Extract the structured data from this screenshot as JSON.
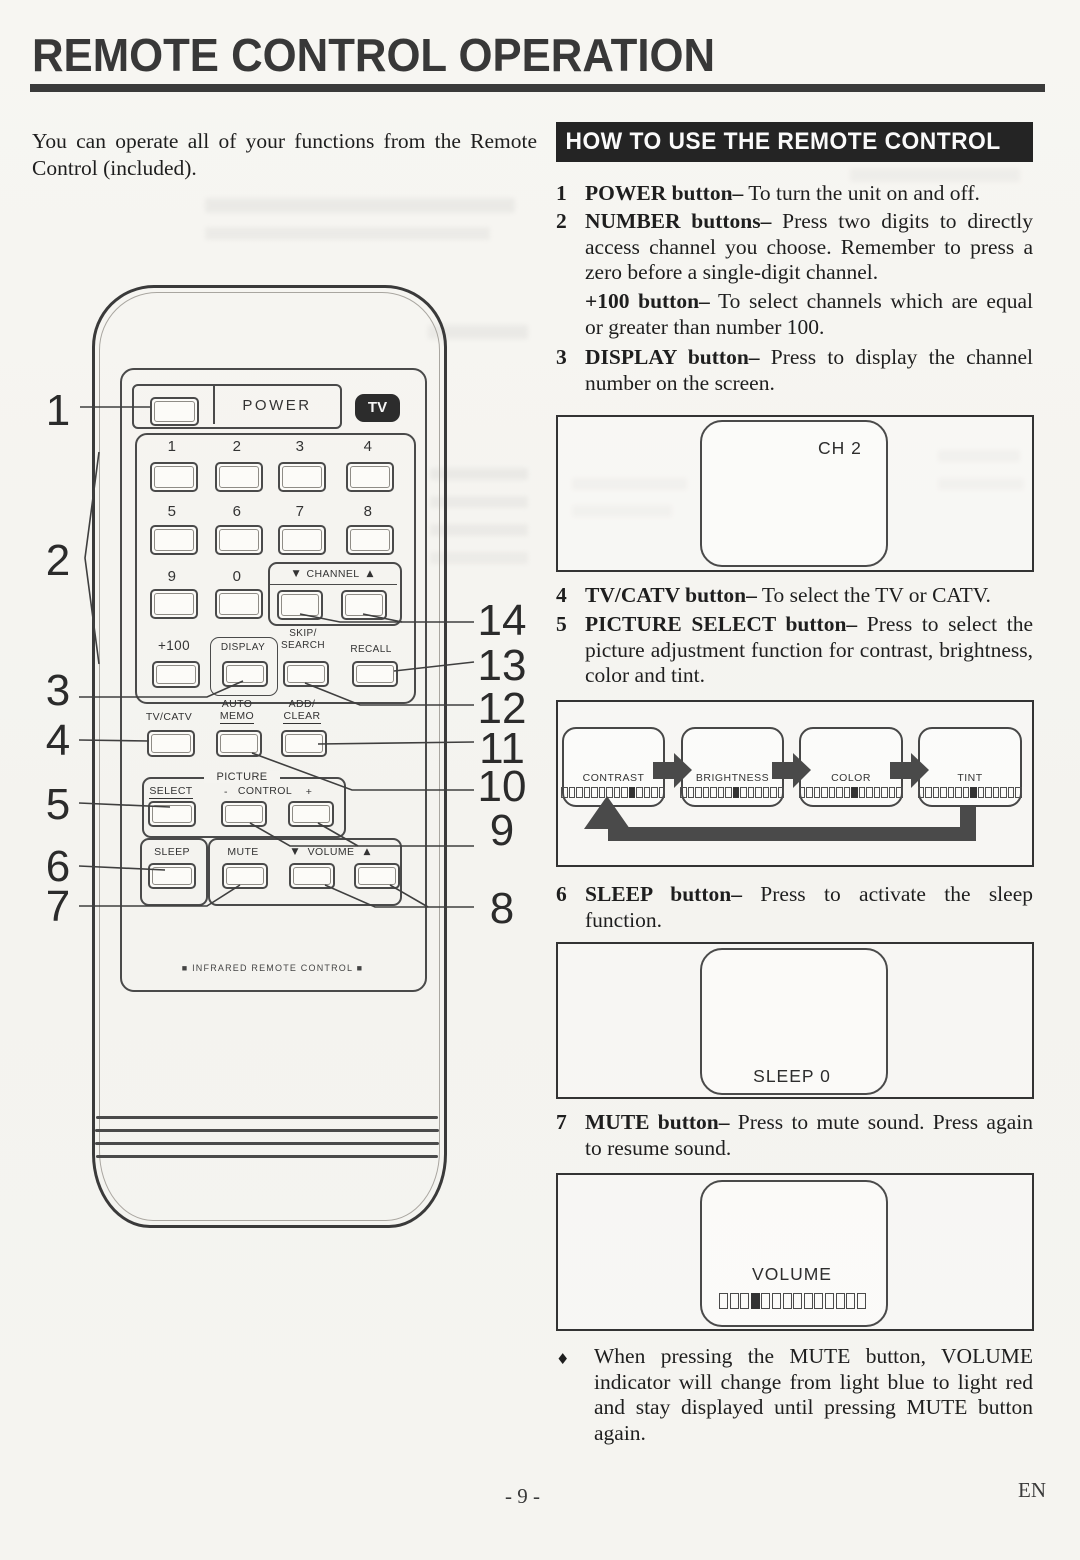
{
  "page": {
    "title": "REMOTE CONTROL OPERATION",
    "intro": "You can operate all of your functions from the Remote Control (included).",
    "footer": {
      "page_number": "- 9 -",
      "lang": "EN"
    }
  },
  "section": {
    "heading": "HOW TO USE THE REMOTE CONTROL",
    "items": [
      {
        "num": "1",
        "bold": "POWER button–",
        "text": " To turn the unit on and off."
      },
      {
        "num": "2",
        "bold": "NUMBER buttons–",
        "text": " Press two digits to directly access channel you choose. Remember to press a zero before a single-digit channel."
      },
      {
        "num": "",
        "bold": "+100 button–",
        "text": " To select channels which are equal or greater than number 100."
      },
      {
        "num": "3",
        "bold": "DISPLAY button–",
        "text": " Press to display the channel number on the screen."
      },
      {
        "num": "4",
        "bold": "TV/CATV button–",
        "text": " To select the TV or CATV."
      },
      {
        "num": "5",
        "bold": "PICTURE SELECT button–",
        "text": " Press to select the picture adjustment function for contrast, brightness, color and tint."
      },
      {
        "num": "6",
        "bold": "SLEEP button–",
        "text": " Press to activate the sleep function."
      },
      {
        "num": "7",
        "bold": "MUTE button–",
        "text": " Press to mute sound. Press again to resume sound."
      }
    ],
    "note_bullet": "♦",
    "note": "When pressing the MUTE button, VOLUME indicator will change from light blue to light red and stay displayed until pressing MUTE button again."
  },
  "screens": {
    "channel": {
      "label": "CH 2"
    },
    "picture": {
      "steps": [
        {
          "label": "CONTRAST",
          "segments": 14,
          "filled": 9
        },
        {
          "label": "BRIGHTNESS",
          "segments": 14,
          "filled": 7
        },
        {
          "label": "COLOR",
          "segments": 14,
          "filled": 7
        },
        {
          "label": "TINT",
          "segments": 14,
          "filled": 7
        }
      ]
    },
    "sleep": {
      "label": "SLEEP 0"
    },
    "volume": {
      "label": "VOLUME",
      "segments": 14,
      "filled": 3
    }
  },
  "remote": {
    "power_label": "POWER",
    "tv_badge": "TV",
    "digits": [
      "1",
      "2",
      "3",
      "4",
      "5",
      "6",
      "7",
      "8",
      "9",
      "0"
    ],
    "channel": {
      "down": "▼",
      "label": "CHANNEL",
      "up": "▲"
    },
    "row4": {
      "plus100": "+100",
      "display": "DISPLAY",
      "skip": "SKIP/",
      "search": "SEARCH",
      "recall": "RECALL"
    },
    "row5": {
      "tvcatv": "TV/CATV",
      "auto": "AUTO",
      "memo": "MEMO",
      "add": "ADD/",
      "clear": "CLEAR"
    },
    "picture_group": {
      "title": "PICTURE",
      "select": "SELECT",
      "minus": "-",
      "control": "CONTROL",
      "plus": "+"
    },
    "bottom_group": {
      "sleep": "SLEEP",
      "mute": "MUTE",
      "vol_down": "▼",
      "volume": "VOLUME",
      "vol_up": "▲"
    },
    "infrared": "■  INFRARED REMOTE CONTROL  ■",
    "callouts_left": [
      "1",
      "2",
      "3",
      "4",
      "5",
      "6",
      "7"
    ],
    "callouts_right": [
      "14",
      "13",
      "12",
      "11",
      "10",
      "9",
      "8"
    ],
    "colors": {
      "ink": "#3a3a3a",
      "badge_bg": "#2c2c2c",
      "header_bar": "#242424"
    }
  }
}
